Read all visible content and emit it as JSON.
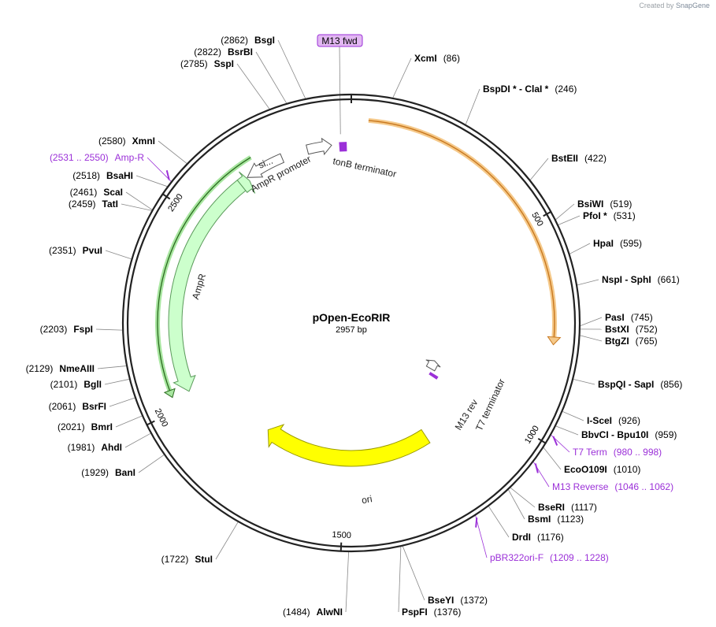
{
  "credit": {
    "prefix": "Created by",
    "brand": "SnapGene"
  },
  "plasmid": {
    "name": "pOpen-EcoRIR",
    "length_label": "2957 bp",
    "length": 2957
  },
  "ruler_ticks": [
    {
      "pos": 0,
      "label": ""
    },
    {
      "pos": 500,
      "label": "500"
    },
    {
      "pos": 1000,
      "label": "1000"
    },
    {
      "pos": 1500,
      "label": "1500"
    },
    {
      "pos": 2000,
      "label": "2000"
    },
    {
      "pos": 2500,
      "label": "2500"
    }
  ],
  "features": [
    {
      "id": "orange-arrow",
      "label": "",
      "color": "#f5c98a",
      "edge": "#c8781f",
      "strand": 1,
      "start": 40,
      "end": 790
    },
    {
      "id": "ori",
      "label": "ori",
      "color": "#ffff00",
      "edge": "#999900",
      "strand": 1,
      "start": 1205,
      "end": 1790
    },
    {
      "id": "ampr",
      "label": "AmpR",
      "color": "#ccffcc",
      "edge": "#5a9a5a",
      "strand": -1,
      "start": 2030,
      "end": 2640
    },
    {
      "id": "ampr-promoter",
      "label": "AmpR promoter",
      "color": "#ffffff",
      "edge": "#555555",
      "strand": -1,
      "start": 2665,
      "end": 2770
    },
    {
      "id": "tonb-terminator",
      "label": "tonB terminator",
      "color": "#ffffff",
      "edge": "#555555",
      "strand": 1,
      "start": 2840,
      "end": 2905
    },
    {
      "id": "t7-terminator",
      "label": "T7 terminator",
      "color": "#ffffff",
      "edge": "#555555",
      "strand": -1,
      "start": 940,
      "end": 985
    }
  ],
  "sites": [
    {
      "name": "XcmI",
      "pos": "(86)",
      "kind": "enzyme"
    },
    {
      "name": "BspDI * - ClaI *",
      "pos": "(246)",
      "kind": "enzyme"
    },
    {
      "name": "BstEII",
      "pos": "(422)",
      "kind": "enzyme"
    },
    {
      "name": "BsiWI",
      "pos": "(519)",
      "kind": "enzyme"
    },
    {
      "name": "PfoI *",
      "pos": "(531)",
      "kind": "enzyme"
    },
    {
      "name": "HpaI",
      "pos": "(595)",
      "kind": "enzyme"
    },
    {
      "name": "NspI - SphI",
      "pos": "(661)",
      "kind": "enzyme"
    },
    {
      "name": "PasI",
      "pos": "(745)",
      "kind": "enzyme"
    },
    {
      "name": "BstXI",
      "pos": "(752)",
      "kind": "enzyme"
    },
    {
      "name": "BtgZI",
      "pos": "(765)",
      "kind": "enzyme"
    },
    {
      "name": "BspQI - SapI",
      "pos": "(856)",
      "kind": "enzyme"
    },
    {
      "name": "I-SceI",
      "pos": "(926)",
      "kind": "enzyme"
    },
    {
      "name": "BbvCI - Bpu10I",
      "pos": "(959)",
      "kind": "enzyme"
    },
    {
      "name": "T7 Term",
      "pos": "(980 .. 998)",
      "kind": "primer"
    },
    {
      "name": "EcoO109I",
      "pos": "(1010)",
      "kind": "enzyme"
    },
    {
      "name": "M13 Reverse",
      "pos": "(1046 .. 1062)",
      "kind": "primer"
    },
    {
      "name": "BseRI",
      "pos": "(1117)",
      "kind": "enzyme"
    },
    {
      "name": "BsmI",
      "pos": "(1123)",
      "kind": "enzyme"
    },
    {
      "name": "DrdI",
      "pos": "(1176)",
      "kind": "enzyme"
    },
    {
      "name": "pBR322ori-F",
      "pos": "(1209 .. 1228)",
      "kind": "primer"
    },
    {
      "name": "BseYI",
      "pos": "(1372)",
      "kind": "enzyme"
    },
    {
      "name": "PspFI",
      "pos": "(1376)",
      "kind": "enzyme"
    },
    {
      "name": "AlwNI",
      "pos": "(1484)",
      "kind": "enzyme"
    },
    {
      "name": "StuI",
      "pos": "(1722)",
      "kind": "enzyme"
    },
    {
      "name": "BanI",
      "pos": "(1929)",
      "kind": "enzyme"
    },
    {
      "name": "AhdI",
      "pos": "(1981)",
      "kind": "enzyme"
    },
    {
      "name": "BmrI",
      "pos": "(2021)",
      "kind": "enzyme"
    },
    {
      "name": "BsrFI",
      "pos": "(2061)",
      "kind": "enzyme"
    },
    {
      "name": "BglI",
      "pos": "(2101)",
      "kind": "enzyme"
    },
    {
      "name": "NmeAIII",
      "pos": "(2129)",
      "kind": "enzyme"
    },
    {
      "name": "FspI",
      "pos": "(2203)",
      "kind": "enzyme"
    },
    {
      "name": "PvuI",
      "pos": "(2351)",
      "kind": "enzyme"
    },
    {
      "name": "TatI",
      "pos": "(2459)",
      "kind": "enzyme"
    },
    {
      "name": "ScaI",
      "pos": "(2461)",
      "kind": "enzyme"
    },
    {
      "name": "BsaHI",
      "pos": "(2518)",
      "kind": "enzyme"
    },
    {
      "name": "Amp-R",
      "pos": "(2531 .. 2550)",
      "kind": "primer"
    },
    {
      "name": "XmnI",
      "pos": "(2580)",
      "kind": "enzyme"
    },
    {
      "name": "SspI",
      "pos": "(2785)",
      "kind": "enzyme"
    },
    {
      "name": "BsrBI",
      "pos": "(2822)",
      "kind": "enzyme"
    },
    {
      "name": "BsgI",
      "pos": "(2862)",
      "kind": "enzyme"
    },
    {
      "name": "M13 fwd",
      "pos": "",
      "kind": "primer-box"
    }
  ],
  "colors": {
    "backbone": "#222222",
    "primer": "#9b30d8",
    "primer_box_fill": "#e2b7f2"
  }
}
